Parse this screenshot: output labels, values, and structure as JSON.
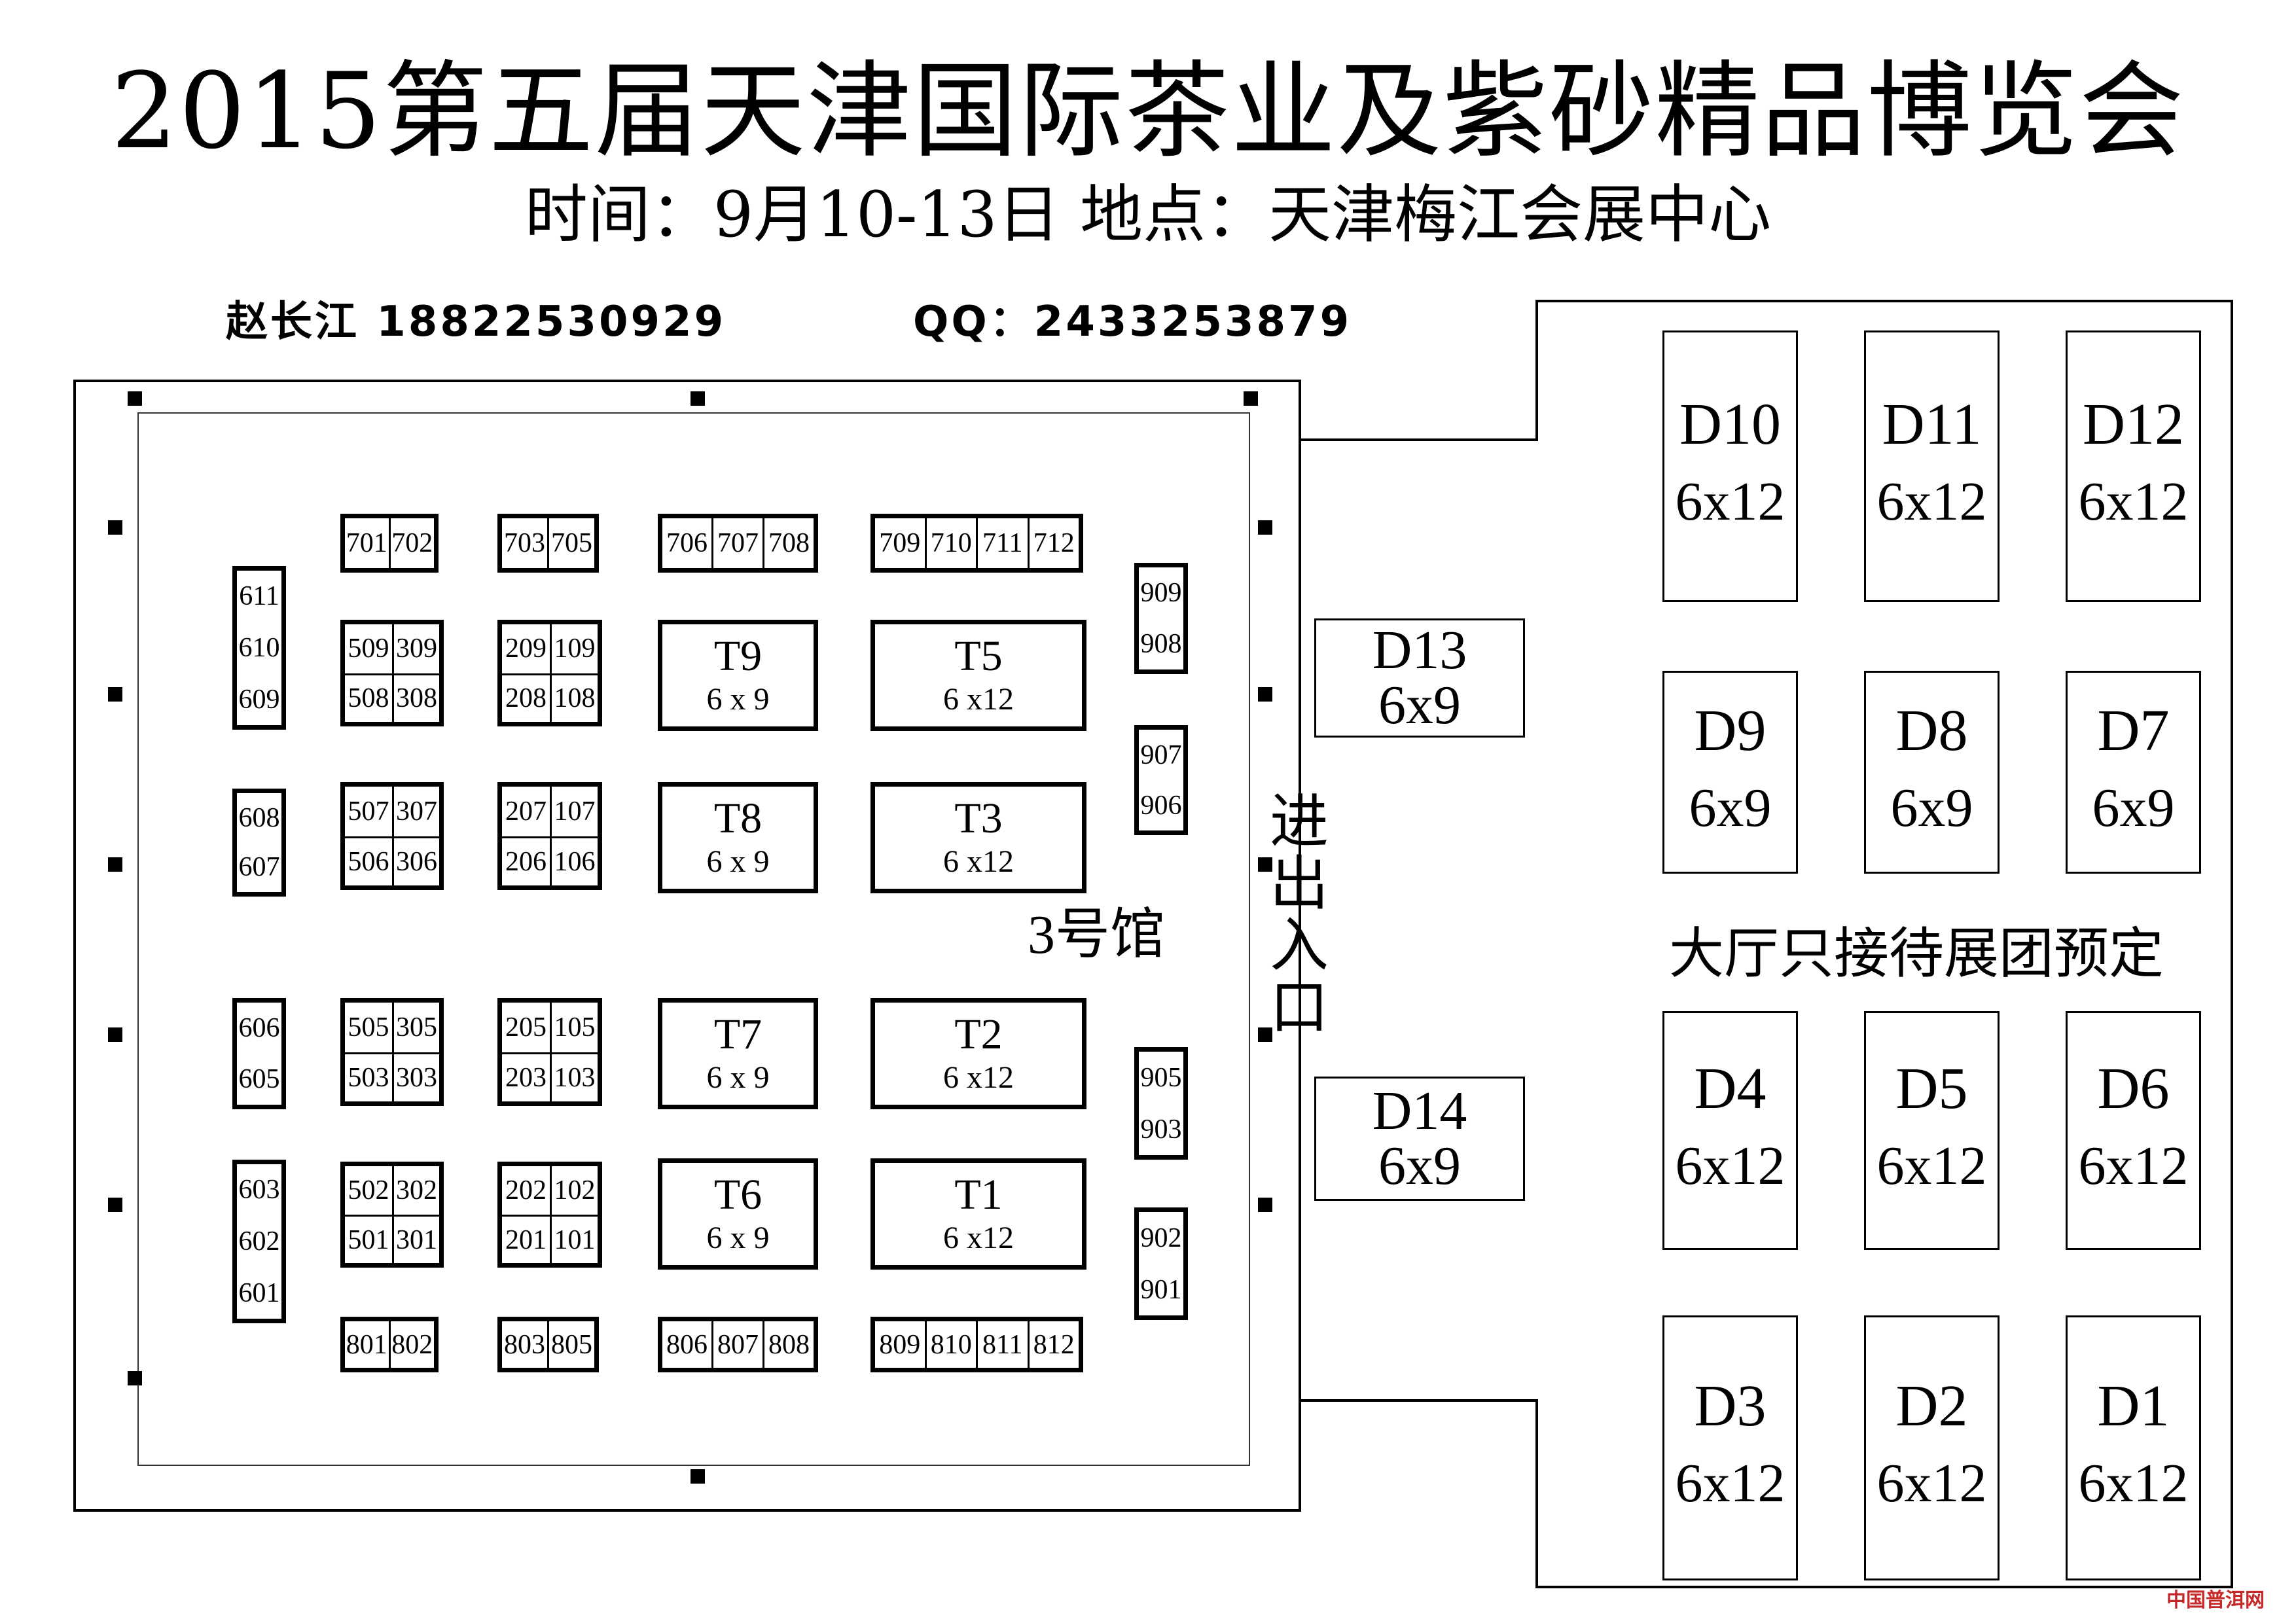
{
  "header": {
    "title": "2015第五届天津国际茶业及紫砂精品博览会",
    "subtitle": "时间：9月10-13日 地点：天津梅江会展中心"
  },
  "contact": {
    "name_phone": "赵长江 18822530929",
    "qq": "QQ：2433253879"
  },
  "hall": {
    "label": "3号馆",
    "entrance": [
      "进",
      "出",
      "入",
      "口"
    ]
  },
  "booths": {
    "row_top": [
      [
        "701",
        "702"
      ],
      [
        "703",
        "705"
      ],
      [
        "706",
        "707",
        "708"
      ],
      [
        "709",
        "710",
        "711",
        "712"
      ]
    ],
    "row_bottom": [
      [
        "801",
        "802"
      ],
      [
        "803",
        "805"
      ],
      [
        "806",
        "807",
        "808"
      ],
      [
        "809",
        "810",
        "811",
        "812"
      ]
    ],
    "left_col": [
      [
        "611",
        "610",
        "609"
      ],
      [
        "608",
        "607"
      ],
      [
        "606",
        "605"
      ],
      [
        "603",
        "602",
        "601"
      ]
    ],
    "col_a": [
      [
        "509",
        "309",
        "508",
        "308"
      ],
      [
        "507",
        "307",
        "506",
        "306"
      ],
      [
        "505",
        "305",
        "503",
        "303"
      ],
      [
        "502",
        "302",
        "501",
        "301"
      ]
    ],
    "col_b": [
      [
        "209",
        "109",
        "208",
        "108"
      ],
      [
        "207",
        "107",
        "206",
        "106"
      ],
      [
        "205",
        "105",
        "203",
        "103"
      ],
      [
        "202",
        "102",
        "201",
        "101"
      ]
    ],
    "right_col": [
      [
        "909",
        "908"
      ],
      [
        "907",
        "906"
      ],
      [
        "905",
        "903"
      ],
      [
        "902",
        "901"
      ]
    ]
  },
  "t_blocks": {
    "small": [
      {
        "name": "T9",
        "size": "6 x 9"
      },
      {
        "name": "T8",
        "size": "6 x 9"
      },
      {
        "name": "T7",
        "size": "6 x 9"
      },
      {
        "name": "T6",
        "size": "6 x 9"
      }
    ],
    "large": [
      {
        "name": "T5",
        "size": "6 x12"
      },
      {
        "name": "T3",
        "size": "6 x12"
      },
      {
        "name": "T2",
        "size": "6 x12"
      },
      {
        "name": "T1",
        "size": "6 x12"
      }
    ]
  },
  "middle": [
    {
      "name": "D13",
      "size": "6x9"
    },
    {
      "name": "D14",
      "size": "6x9"
    }
  ],
  "lobby": {
    "notice": "大厅只接待展团预定",
    "rows": [
      [
        {
          "name": "D10",
          "size": "6x12"
        },
        {
          "name": "D11",
          "size": "6x12"
        },
        {
          "name": "D12",
          "size": "6x12"
        }
      ],
      [
        {
          "name": "D9",
          "size": "6x9"
        },
        {
          "name": "D8",
          "size": "6x9"
        },
        {
          "name": "D7",
          "size": "6x9"
        }
      ],
      [
        {
          "name": "D4",
          "size": "6x12"
        },
        {
          "name": "D5",
          "size": "6x12"
        },
        {
          "name": "D6",
          "size": "6x12"
        }
      ],
      [
        {
          "name": "D3",
          "size": "6x12"
        },
        {
          "name": "D2",
          "size": "6x12"
        },
        {
          "name": "D1",
          "size": "6x12"
        }
      ]
    ]
  },
  "watermark": "中国普洱网"
}
